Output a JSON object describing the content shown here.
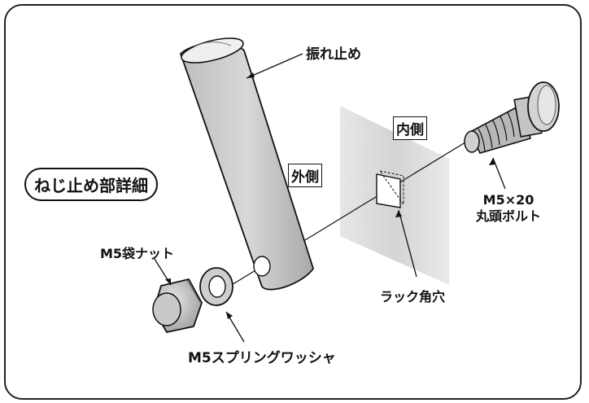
{
  "title": "ねじ止め部詳細",
  "labels": {
    "furedome": "振れ止め",
    "uchigawa": "内側",
    "sotogawa": "外側",
    "bolt_line1": "M5×20",
    "bolt_line2": "丸頭ボルト",
    "nut": "M5袋ナット",
    "rack_hole": "ラック角穴",
    "washer": "M5スプリングワッシャ"
  }
}
